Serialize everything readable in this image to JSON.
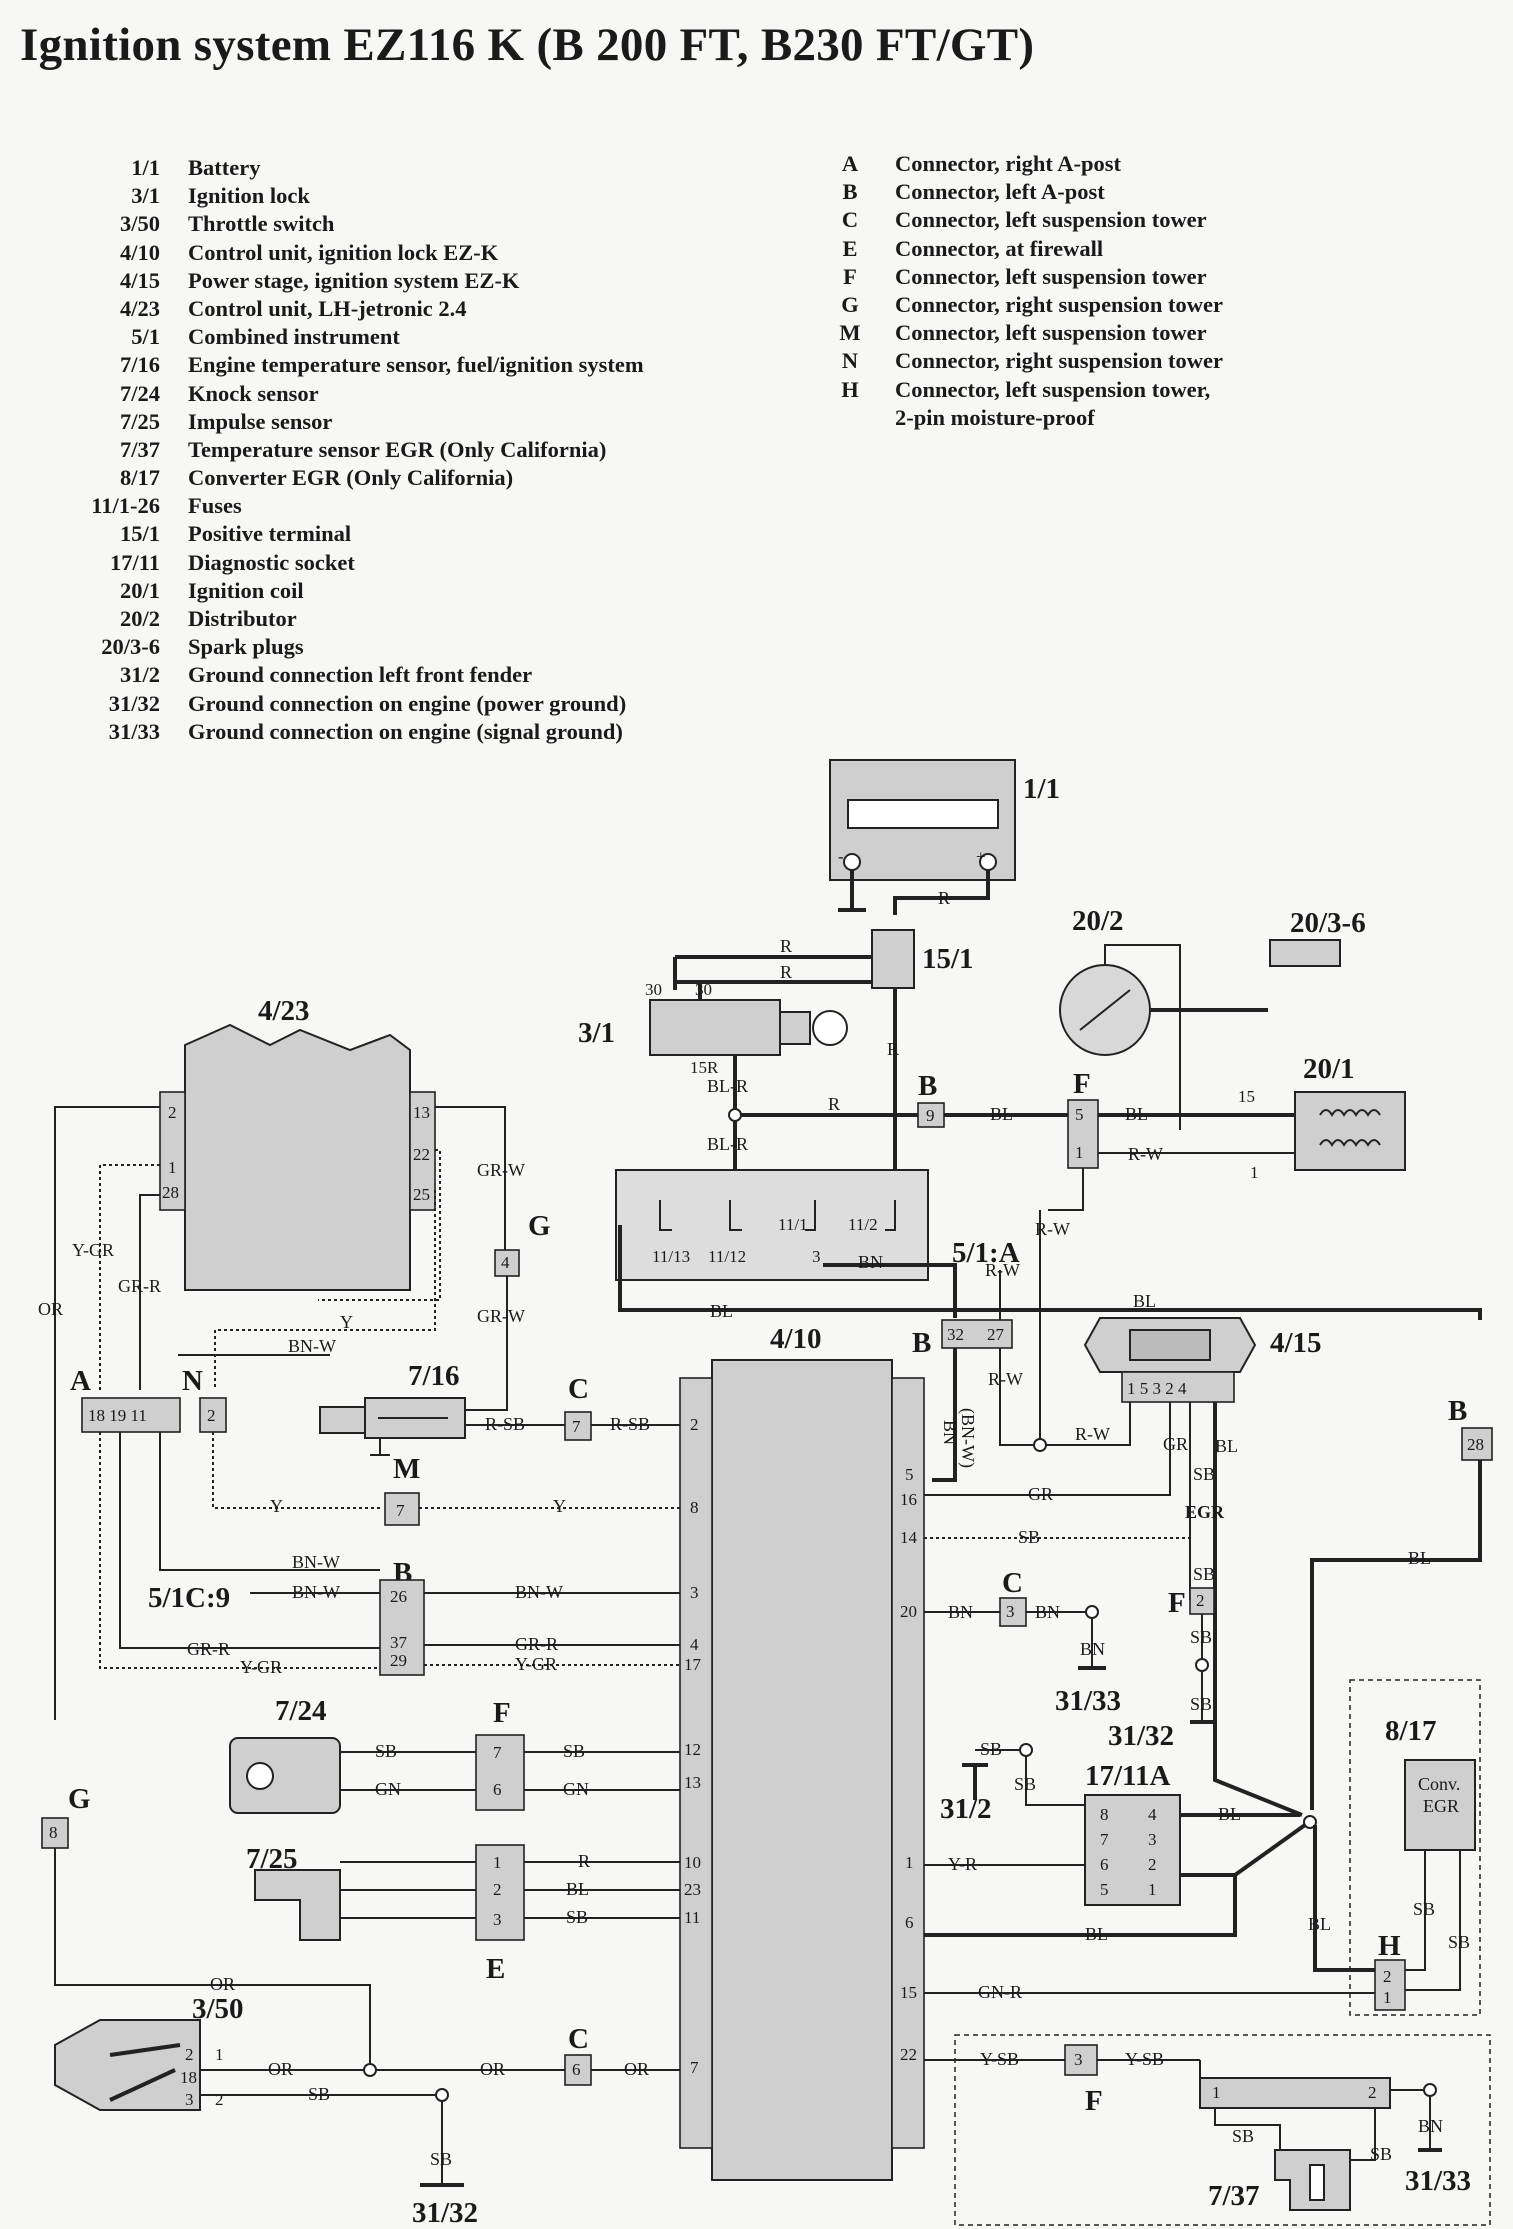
{
  "title": "Ignition system EZ116 K (B 200 FT, B230 FT/GT)",
  "legend_left": [
    {
      "code": "1/1",
      "desc": "Battery"
    },
    {
      "code": "3/1",
      "desc": "Ignition lock"
    },
    {
      "code": "3/50",
      "desc": "Throttle switch"
    },
    {
      "code": "4/10",
      "desc": "Control unit, ignition lock EZ-K"
    },
    {
      "code": "4/15",
      "desc": "Power stage, ignition system EZ-K"
    },
    {
      "code": "4/23",
      "desc": "Control unit, LH-jetronic 2.4"
    },
    {
      "code": "5/1",
      "desc": "Combined instrument"
    },
    {
      "code": "7/16",
      "desc": "Engine temperature sensor, fuel/ignition system"
    },
    {
      "code": "7/24",
      "desc": "Knock sensor"
    },
    {
      "code": "7/25",
      "desc": "Impulse sensor"
    },
    {
      "code": "7/37",
      "desc": "Temperature sensor EGR (Only California)"
    },
    {
      "code": "8/17",
      "desc": "Converter EGR (Only California)"
    },
    {
      "code": "11/1-26",
      "desc": "Fuses"
    },
    {
      "code": "15/1",
      "desc": "Positive terminal"
    },
    {
      "code": "17/11",
      "desc": "Diagnostic socket"
    },
    {
      "code": "20/1",
      "desc": "Ignition coil"
    },
    {
      "code": "20/2",
      "desc": "Distributor"
    },
    {
      "code": "20/3-6",
      "desc": "Spark plugs"
    },
    {
      "code": "31/2",
      "desc": "Ground connection left front fender"
    },
    {
      "code": "31/32",
      "desc": "Ground connection on engine (power ground)"
    },
    {
      "code": "31/33",
      "desc": "Ground connection on engine (signal ground)"
    }
  ],
  "legend_right": [
    {
      "code": "A",
      "desc": "Connector, right A-post"
    },
    {
      "code": "B",
      "desc": "Connector, left A-post"
    },
    {
      "code": "C",
      "desc": "Connector, left suspension tower"
    },
    {
      "code": "E",
      "desc": "Connector, at firewall"
    },
    {
      "code": "F",
      "desc": "Connector, left suspension tower"
    },
    {
      "code": "G",
      "desc": "Connector, right suspension tower"
    },
    {
      "code": "M",
      "desc": "Connector, left suspension tower"
    },
    {
      "code": "N",
      "desc": "Connector, right suspension tower"
    },
    {
      "code": "H",
      "desc": "Connector, left suspension tower,"
    },
    {
      "code": "",
      "desc": "2-pin moisture-proof"
    }
  ],
  "components": {
    "battery": "1/1",
    "positive_terminal": "15/1",
    "distributor": "20/2",
    "spark_plugs": "20/3-6",
    "ignition_lock": "3/1",
    "ignition_coil": "20/1",
    "lh_control_unit": "4/23",
    "combined_instrument": "5/1:A",
    "ezk_control_unit": "4/10",
    "power_stage": "4/15",
    "temp_sensor": "7/16",
    "instrument_pin": "5/1C:9",
    "knock_sensor": "7/24",
    "impulse_sensor": "7/25",
    "throttle_switch": "3/50",
    "diag_socket": "17/11A",
    "egr_converter": "8/17",
    "egr_temp_sensor": "7/37",
    "ground_31_2": "31/2",
    "ground_31_32": "31/32",
    "ground_31_33": "31/33"
  },
  "connectors": {
    "A": "A",
    "B": "B",
    "C": "C",
    "E": "E",
    "F": "F",
    "G": "G",
    "M": "M",
    "N": "N",
    "H": "H"
  },
  "wire_colors": {
    "R": "R",
    "BL": "BL",
    "BL_R": "BL-R",
    "R_W": "R-W",
    "GR_W": "GR-W",
    "Y": "Y",
    "Y_GR": "Y-GR",
    "GR_R": "GR-R",
    "BN_W": "BN-W",
    "BN": "BN",
    "BN_W_paren": "(BN-W)",
    "R_SB": "R-SB",
    "SB": "SB",
    "GN": "GN",
    "GR": "GR",
    "OR": "OR",
    "Y_R": "Y-R",
    "GN_R": "GN-R",
    "Y_SB": "Y-SB"
  },
  "misc_labels": {
    "egr": "EGR",
    "conv_egr_1": "Conv.",
    "conv_egr_2": "EGR",
    "fifteen_r": "15R",
    "pin15": "15",
    "pin1": "1"
  }
}
